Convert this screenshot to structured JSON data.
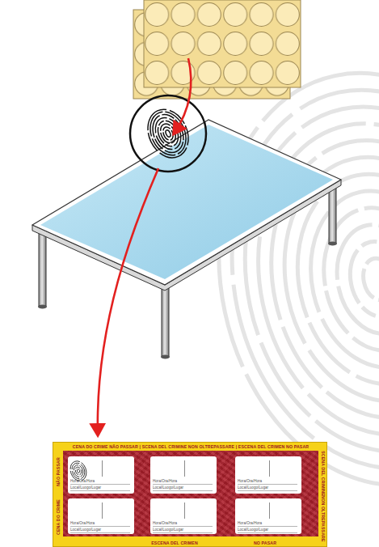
{
  "diagram": {
    "nodes": [
      {
        "text": [
          "CENA DO CRIME NÃO PASSAR | SCENA DEL CRIMINE NON OLTREPASSARE | ESCENA DEL CRIMEN NO PASAR",
          "CENA DO CRIME",
          "NÃO PASSAR",
          "SCENA DEL CRIMINE",
          "NON OLTREPASSARE",
          "ESCENA DEL CRIMEN",
          "NO PASAR"
        ]
      },
      {
        "text": [
          "Hora/Ora/Hora",
          "Local/Luogo/Lugar"
        ],
        "in": 0
      },
      {
        "text": [
          "Hora/Ora/Hora",
          "Local/Luogo/Lugar"
        ],
        "in": 0
      },
      {
        "text": [
          "Hora/Ora/Hora",
          "Local/Luogo/Lugar"
        ],
        "in": 0
      },
      {
        "text": [
          "Hora/Ora/Hora",
          "Local/Luogo/Lugar"
        ],
        "in": 0
      },
      {
        "text": [
          "Hora/Ora/Hora",
          "Local/Luogo/Lugar"
        ],
        "in": 0
      },
      {
        "text": [
          "Hora/Ora/Hora",
          "Local/Luogo/Lugar"
        ],
        "in": 0
      }
    ]
  }
}
